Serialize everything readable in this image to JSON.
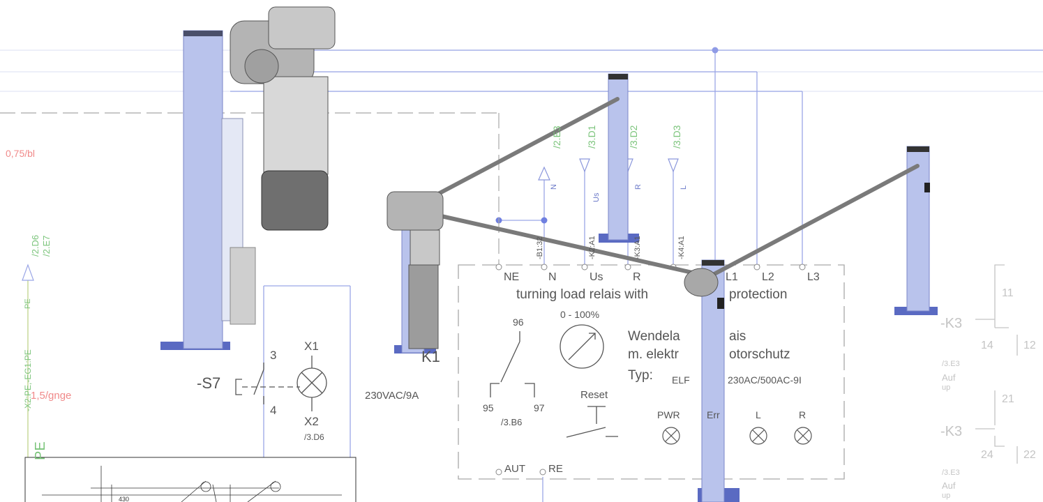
{
  "left": {
    "wire_red": "0,75/bl",
    "wire_green": "1,5/gnge",
    "x2pe": "-X2:PE,-EG1:PE",
    "pe_arrow_label": "PE",
    "pe_text": "PE",
    "refs": [
      "/2.D6",
      "/2.E7"
    ]
  },
  "s7": {
    "label": "-S7",
    "t3": "3",
    "t4": "4",
    "x1": "X1",
    "x2": "X2",
    "x2_ref": "/3.D6"
  },
  "k1": {
    "label": "K1",
    "rating": "230VAC/9A"
  },
  "relay": {
    "terminals_top": [
      "NE",
      "N",
      "Us",
      "R",
      "L1",
      "L2",
      "L3"
    ],
    "conn_labels": [
      "-B1:32",
      "-K2:A1",
      "-K3:A1",
      "-K4:A1"
    ],
    "signals": [
      "N",
      "Us",
      "R",
      "L"
    ],
    "sig_refs": [
      "/2.E3",
      "/3.D1",
      "/3.D2",
      "/3.D3"
    ],
    "title_en": "turning load relais with",
    "title_en2": "protection",
    "percent": "0 - 100%",
    "contact_96": "96",
    "contact_95": "95",
    "contact_97": "97",
    "contact_ref": "/3.B6",
    "reset": "Reset",
    "de_line1_a": "Wendela",
    "de_line1_b": "ais",
    "de_line2_a": "m. elektr",
    "de_line2_b": "otorschutz",
    "typ_label": "Typ:",
    "typ_a": "ELF",
    "typ_b": "230AC/500AC-9I",
    "lamps": [
      "PWR",
      "Err",
      "L",
      "R"
    ],
    "bottom_terms": [
      "AUT",
      "RE"
    ]
  },
  "right": {
    "k3a": "-K3",
    "k3b": "-K3",
    "n11": "11",
    "n14": "14",
    "n12": "12",
    "n21": "21",
    "n24": "24",
    "n22": "22",
    "ref1": "/3.E3",
    "ref2": "/3.E3",
    "auf1": "Auf",
    "up1": "up",
    "auf2": "Auf",
    "up2": "up"
  },
  "colors": {
    "wire_blue": "#9aa6e6",
    "post_blue": "#b9c3ec",
    "dash_gray": "#a8a8a8",
    "motor_gray": "#9c9c9c"
  }
}
